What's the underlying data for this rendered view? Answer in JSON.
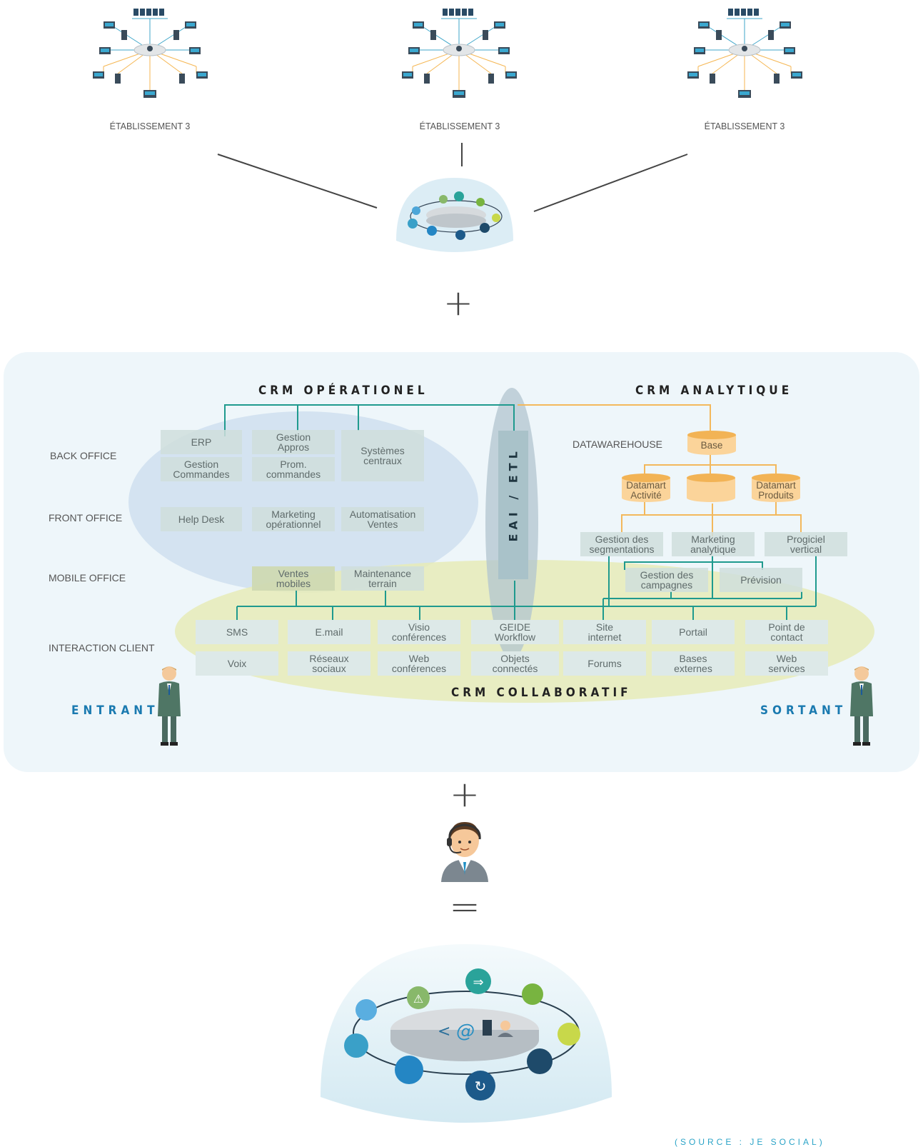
{
  "establishments": [
    {
      "label": "ÉTABLISSEMENT 3"
    },
    {
      "label": "ÉTABLISSEMENT 3"
    },
    {
      "label": "ÉTABLISSEMENT 3"
    }
  ],
  "operators": {
    "plus": "+",
    "equals": "="
  },
  "crm": {
    "operational_title": "CRM OPÉRATIONEL",
    "analytical_title": "CRM ANALYTIQUE",
    "collaborative_title": "CRM COLLABORATIF",
    "eai_label": "EAI / ETL",
    "datawarehouse_label": "DATAWAREHOUSE",
    "row_labels": {
      "back_office": "BACK OFFICE",
      "front_office": "FRONT OFFICE",
      "mobile_office": "MOBILE OFFICE",
      "interaction_client": "INTERACTION CLIENT"
    },
    "boxes": {
      "erp": "ERP",
      "gestion_commandes": "Gestion\nCommandes",
      "gestion_appros": "Gestion\nAppros",
      "prom_commandes": "Prom.\ncommandes",
      "systemes_centraux": "Systèmes\ncentraux",
      "help_desk": "Help Desk",
      "marketing_operationnel": "Marketing\nopérationnel",
      "automatisation_ventes": "Automatisation\nVentes",
      "ventes_mobiles": "Ventes\nmobiles",
      "maintenance_terrain": "Maintenance\nterrain",
      "gestion_segmentations": "Gestion des\nsegmentations",
      "marketing_analytique": "Marketing\nanalytique",
      "progiciel_vertical": "Progiciel\nvertical",
      "gestion_campagnes": "Gestion des\ncampagnes",
      "prevision": "Prévision"
    },
    "cylinders": {
      "base": "Base",
      "datamart_activite": "Datamart\nActivité",
      "datamart_middle": "",
      "datamart_produits": "Datamart\nProduits"
    },
    "interaction_row1": [
      "SMS",
      "E.mail",
      "Visio\nconférences",
      "GEIDE\nWorkflow",
      "Site\ninternet",
      "Portail",
      "Point de\ncontact"
    ],
    "interaction_row2": [
      "Voix",
      "Réseaux\nsociaux",
      "Web\nconférences",
      "Objets\nconnectés",
      "Forums",
      "Bases\nexternes",
      "Web\nservices"
    ],
    "entrant": "ENTRANT",
    "sortant": "SORTANT"
  },
  "footer": {
    "source": "(SOURCE : JE SOCIAL)"
  },
  "colors": {
    "teal_line": "#1f9a8e",
    "orange_line": "#f3b85c",
    "blue_ellipse": "#c9dcec",
    "yellow_ellipse": "#e6ebb7",
    "entrant_blue": "#1a7ab0"
  },
  "icons": [
    "network-topology-icon",
    "crm-dome-icon",
    "call-center-agent-icon",
    "businessman-icon"
  ]
}
